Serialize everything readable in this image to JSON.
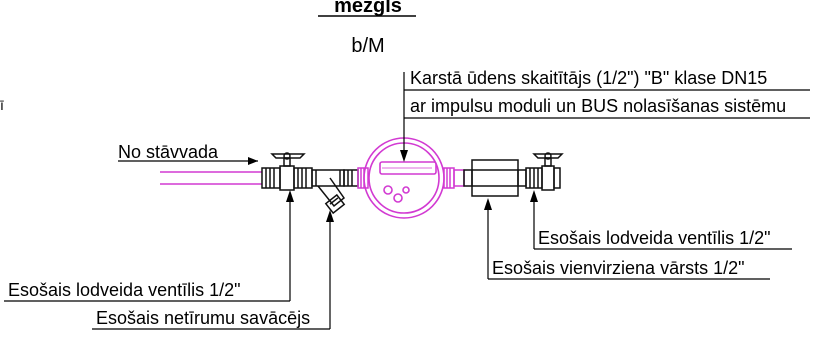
{
  "header": {
    "title": "mezgls",
    "subtitle": "b/M",
    "edge_mark": "ī"
  },
  "labels": {
    "supply": "No stāvvada",
    "meter_line1": "Karstā ūdens skaitītājs (1/2\")  \"B\" klase DN15",
    "meter_line2": "ar impulsu moduli un BUS nolasīšanas sistēmu",
    "valve_left": "Esošais lodveida ventīlis 1/2\"",
    "strainer": "Esošais netīrumu savācējs",
    "check_valve": "Esošais vienvirziena vārsts 1/2\"",
    "valve_right": "Esošais lodveida ventīlis 1/2\""
  },
  "colors": {
    "pipe": "#d23ad2",
    "meter": "#d23ad2",
    "fittings": "#111111",
    "display": "#d23ad2",
    "leader_lines": "#000000"
  }
}
